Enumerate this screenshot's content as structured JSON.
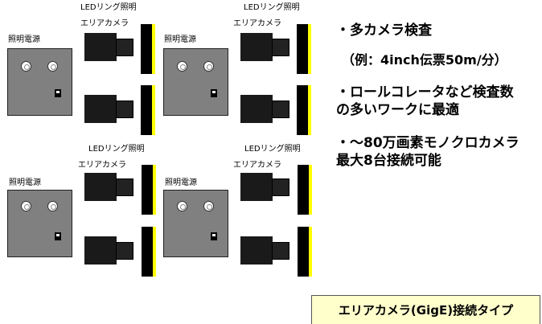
{
  "labels": {
    "led_ring": "LEDリング照明",
    "area_camera": "エリアカメラ",
    "power_supply": "照明電源"
  },
  "features": [
    "・多カメラ検査",
    "（例：4inch伝票50m/分）",
    "・ロールコレータなど検査数",
    "の多いワークに最適",
    "・～80万画素モノクロカメラ",
    "最大8台接続可能"
  ],
  "footer": "エリアカメラ(GigE)接続タイプ",
  "colors": {
    "power_supply_gray": "#808080",
    "ring_yellow": "#ffff00",
    "footer_bg": "#ffffcc"
  }
}
